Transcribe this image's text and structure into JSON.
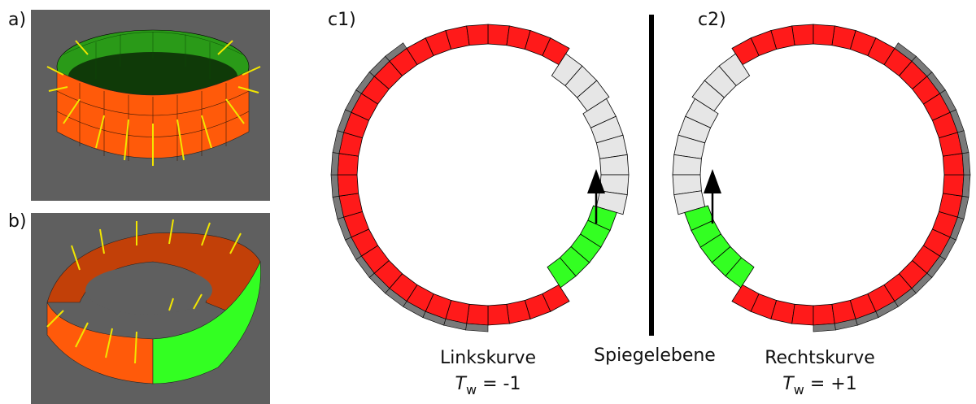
{
  "labels": {
    "a": "a)",
    "b": "b)",
    "c1": "c1)",
    "c2": "c2)"
  },
  "captions": {
    "left_title": "Linkskurve",
    "left_tw_symbol": "T",
    "left_tw_sub": "w",
    "left_tw_value": " = -1",
    "mirror": "Spiegelebene",
    "right_title": "Rechtskurve",
    "right_tw_symbol": "T",
    "right_tw_sub": "w",
    "right_tw_value": " = +1"
  },
  "colors": {
    "panel_bg": "#5f5f5f",
    "orange": "#ff5a0a",
    "green_dark": "#1f8a10",
    "green": "#33ff22",
    "red": "#ff1a1a",
    "gray_dark": "#7a7a7a",
    "gray_light": "#e6e6e6",
    "arrow_yellow": "#f2e600",
    "black": "#000000"
  }
}
